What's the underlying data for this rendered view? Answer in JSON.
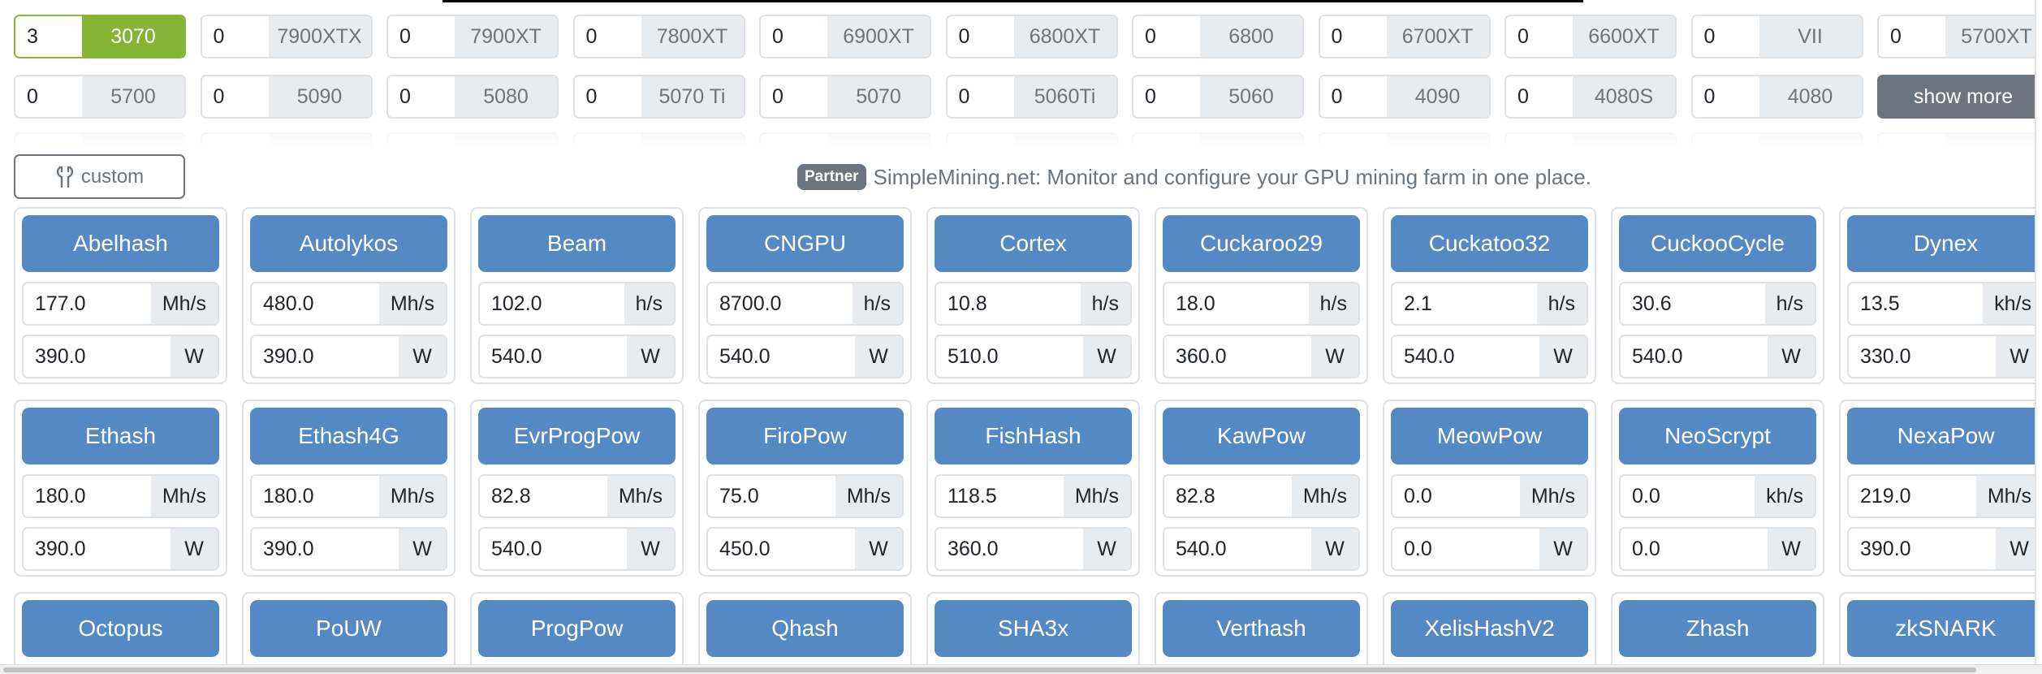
{
  "gpus": {
    "row1": [
      {
        "qty": "3",
        "model": "3070",
        "active": true
      },
      {
        "qty": "0",
        "model": "7900XTX"
      },
      {
        "qty": "0",
        "model": "7900XT"
      },
      {
        "qty": "0",
        "model": "7800XT"
      },
      {
        "qty": "0",
        "model": "6900XT"
      },
      {
        "qty": "0",
        "model": "6800XT"
      },
      {
        "qty": "0",
        "model": "6800"
      },
      {
        "qty": "0",
        "model": "6700XT"
      },
      {
        "qty": "0",
        "model": "6600XT"
      },
      {
        "qty": "0",
        "model": "VII"
      },
      {
        "qty": "0",
        "model": "5700XT"
      }
    ],
    "row2": [
      {
        "qty": "0",
        "model": "5700"
      },
      {
        "qty": "0",
        "model": "5090"
      },
      {
        "qty": "0",
        "model": "5080"
      },
      {
        "qty": "0",
        "model": "5070 Ti"
      },
      {
        "qty": "0",
        "model": "5070"
      },
      {
        "qty": "0",
        "model": "5060Ti"
      },
      {
        "qty": "0",
        "model": "5060"
      },
      {
        "qty": "0",
        "model": "4090"
      },
      {
        "qty": "0",
        "model": "4080S"
      },
      {
        "qty": "0",
        "model": "4080"
      }
    ],
    "show_more_label": "show more"
  },
  "custom_button": {
    "label": "custom",
    "icon": "wrench-icon"
  },
  "partner": {
    "badge": "Partner",
    "text": "SimpleMining.net: Monitor and configure your GPU mining farm in one place."
  },
  "algorithms": [
    {
      "name": "Abelhash",
      "hashrate": "177.0",
      "unit": "Mh/s",
      "power": "390.0",
      "power_unit": "W"
    },
    {
      "name": "Autolykos",
      "hashrate": "480.0",
      "unit": "Mh/s",
      "power": "390.0",
      "power_unit": "W"
    },
    {
      "name": "Beam",
      "hashrate": "102.0",
      "unit": "h/s",
      "power": "540.0",
      "power_unit": "W"
    },
    {
      "name": "CNGPU",
      "hashrate": "8700.0",
      "unit": "h/s",
      "power": "540.0",
      "power_unit": "W"
    },
    {
      "name": "Cortex",
      "hashrate": "10.8",
      "unit": "h/s",
      "power": "510.0",
      "power_unit": "W"
    },
    {
      "name": "Cuckaroo29",
      "hashrate": "18.0",
      "unit": "h/s",
      "power": "360.0",
      "power_unit": "W"
    },
    {
      "name": "Cuckatoo32",
      "hashrate": "2.1",
      "unit": "h/s",
      "power": "540.0",
      "power_unit": "W"
    },
    {
      "name": "CuckooCycle",
      "hashrate": "30.6",
      "unit": "h/s",
      "power": "540.0",
      "power_unit": "W"
    },
    {
      "name": "Dynex",
      "hashrate": "13.5",
      "unit": "kh/s",
      "power": "330.0",
      "power_unit": "W"
    },
    {
      "name": "Ethash",
      "hashrate": "180.0",
      "unit": "Mh/s",
      "power": "390.0",
      "power_unit": "W"
    },
    {
      "name": "Ethash4G",
      "hashrate": "180.0",
      "unit": "Mh/s",
      "power": "390.0",
      "power_unit": "W"
    },
    {
      "name": "EvrProgPow",
      "hashrate": "82.8",
      "unit": "Mh/s",
      "power": "540.0",
      "power_unit": "W"
    },
    {
      "name": "FiroPow",
      "hashrate": "75.0",
      "unit": "Mh/s",
      "power": "450.0",
      "power_unit": "W"
    },
    {
      "name": "FishHash",
      "hashrate": "118.5",
      "unit": "Mh/s",
      "power": "360.0",
      "power_unit": "W"
    },
    {
      "name": "KawPow",
      "hashrate": "82.8",
      "unit": "Mh/s",
      "power": "540.0",
      "power_unit": "W"
    },
    {
      "name": "MeowPow",
      "hashrate": "0.0",
      "unit": "Mh/s",
      "power": "0.0",
      "power_unit": "W"
    },
    {
      "name": "NeoScrypt",
      "hashrate": "0.0",
      "unit": "kh/s",
      "power": "0.0",
      "power_unit": "W"
    },
    {
      "name": "NexaPow",
      "hashrate": "219.0",
      "unit": "Mh/s",
      "power": "390.0",
      "power_unit": "W"
    },
    {
      "name": "Octopus"
    },
    {
      "name": "PoUW"
    },
    {
      "name": "ProgPow"
    },
    {
      "name": "Qhash"
    },
    {
      "name": "SHA3x"
    },
    {
      "name": "Verthash"
    },
    {
      "name": "XelisHashV2"
    },
    {
      "name": "Zhash"
    },
    {
      "name": "zkSNARK"
    }
  ],
  "colors": {
    "active_gpu": "#86b536",
    "algo_button": "#5589c3",
    "secondary": "#6c757d",
    "input_addon": "#e9ecef"
  }
}
